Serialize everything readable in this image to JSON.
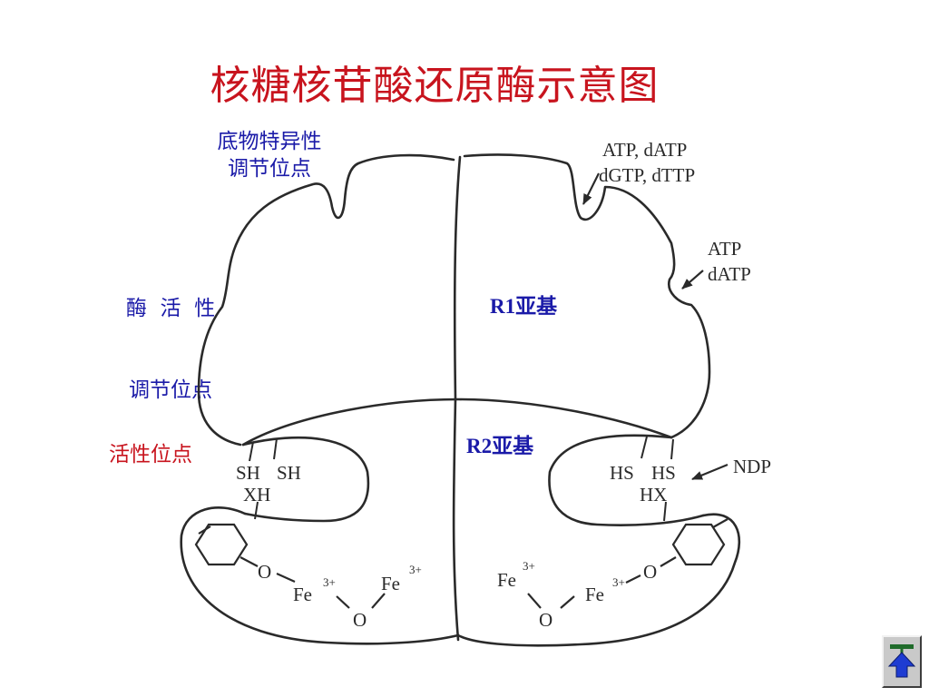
{
  "title": "核糖核苷酸还原酶示意图",
  "annotations": {
    "substrate_site_line1": "底物特异性",
    "substrate_site_line2": "调节位点",
    "activity_site_line1": "酶  活  性",
    "activity_site_line2": "调节位点",
    "active_site": "活性位点"
  },
  "subunits": {
    "r1": "R1亚基",
    "r2": "R2亚基"
  },
  "molecule_labels": {
    "atp_datp_1": "ATP, dATP",
    "dgtp_dttp": "dGTP, dTTP",
    "atp": "ATP",
    "datp": "dATP",
    "ndp": "NDP",
    "sh1": "SH",
    "sh2": "SH",
    "xh": "XH",
    "hs1": "HS",
    "hs2": "HS",
    "hx": "HX",
    "fe": "Fe",
    "charge": "3+",
    "oxygen": "O"
  },
  "colors": {
    "title": "#c8141e",
    "blue_label": "#1a1aa8",
    "red_label": "#c8141e",
    "outline": "#2a2a2a",
    "nav_arrow": "#1e3cd2",
    "nav_bar": "#1f6b2a"
  },
  "nav": {
    "icon": "home-arrow-icon"
  }
}
